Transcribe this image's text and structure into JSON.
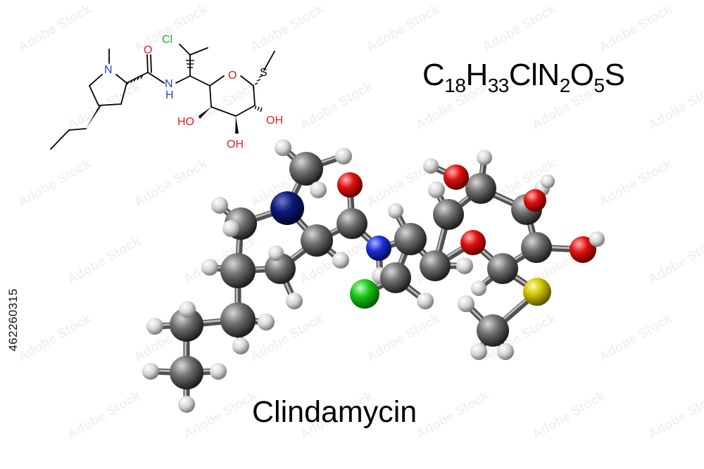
{
  "molecule": {
    "name": "Clindamycin",
    "formula": {
      "parts": [
        {
          "text": "C",
          "sub": "18"
        },
        {
          "text": "H",
          "sub": "33"
        },
        {
          "text": "ClN",
          "sub": "2"
        },
        {
          "text": "O",
          "sub": "5"
        },
        {
          "text": "S",
          "sub": ""
        }
      ]
    }
  },
  "skeletal_labels": {
    "n_ring": "N",
    "o_carbonyl": "O",
    "nh": "N",
    "nh_h": "H",
    "cl": "Cl",
    "o_ring": "O",
    "s": "S",
    "oh_left": "HO",
    "oh_right": "OH",
    "oh_bottom": "OH"
  },
  "stock_id": "462260315",
  "watermark_text": "Adobe Stock",
  "colors": {
    "carbon": "#4a4a4a",
    "hydrogen": "#e6e6e6",
    "nitrogen": "#1f2fd6",
    "oxygen": "#e01010",
    "chlorine": "#18c418",
    "sulfur": "#cfc400",
    "skeletal_bond": "#000000",
    "skeletal_n": "#2b3fbf",
    "skeletal_o": "#e02020",
    "skeletal_cl": "#22aa22"
  }
}
